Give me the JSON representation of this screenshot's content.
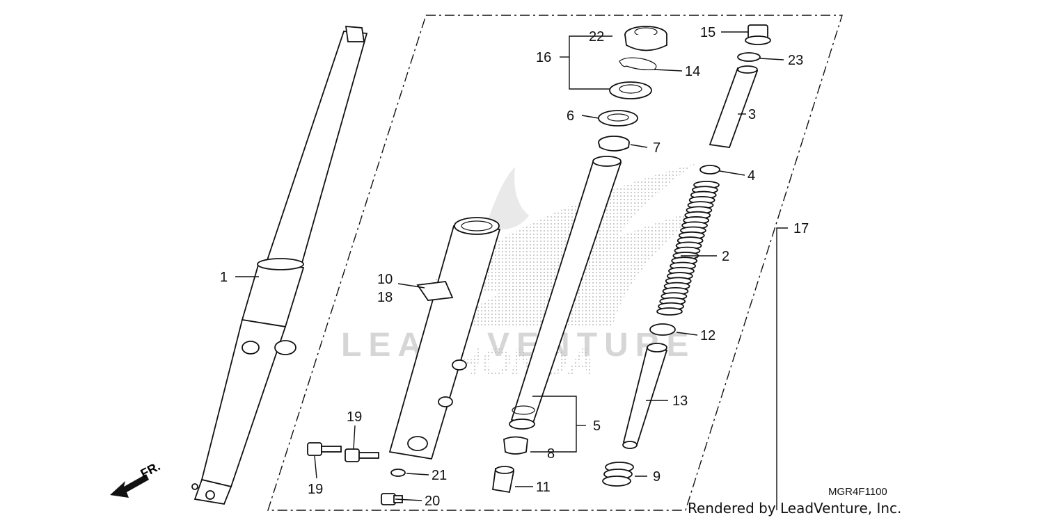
{
  "diagram": {
    "drawing_code": "MGR4F1100",
    "credit": "Rendered by LeadVenture, Inc.",
    "watermark_lead": "LEAD",
    "watermark_venture": "VENTURE",
    "watermark_brand": "HONDA",
    "direction_label": "FR.",
    "callouts": {
      "c1": "1",
      "c2": "2",
      "c3": "3",
      "c4": "4",
      "c5": "5",
      "c6": "6",
      "c7": "7",
      "c8": "8",
      "c9": "9",
      "c10": "10",
      "c11": "11",
      "c12": "12",
      "c13": "13",
      "c14": "14",
      "c15": "15",
      "c16": "16",
      "c17": "17",
      "c18": "18",
      "c19a": "19",
      "c19b": "19",
      "c20": "20",
      "c21": "21",
      "c22": "22",
      "c23": "23"
    }
  }
}
